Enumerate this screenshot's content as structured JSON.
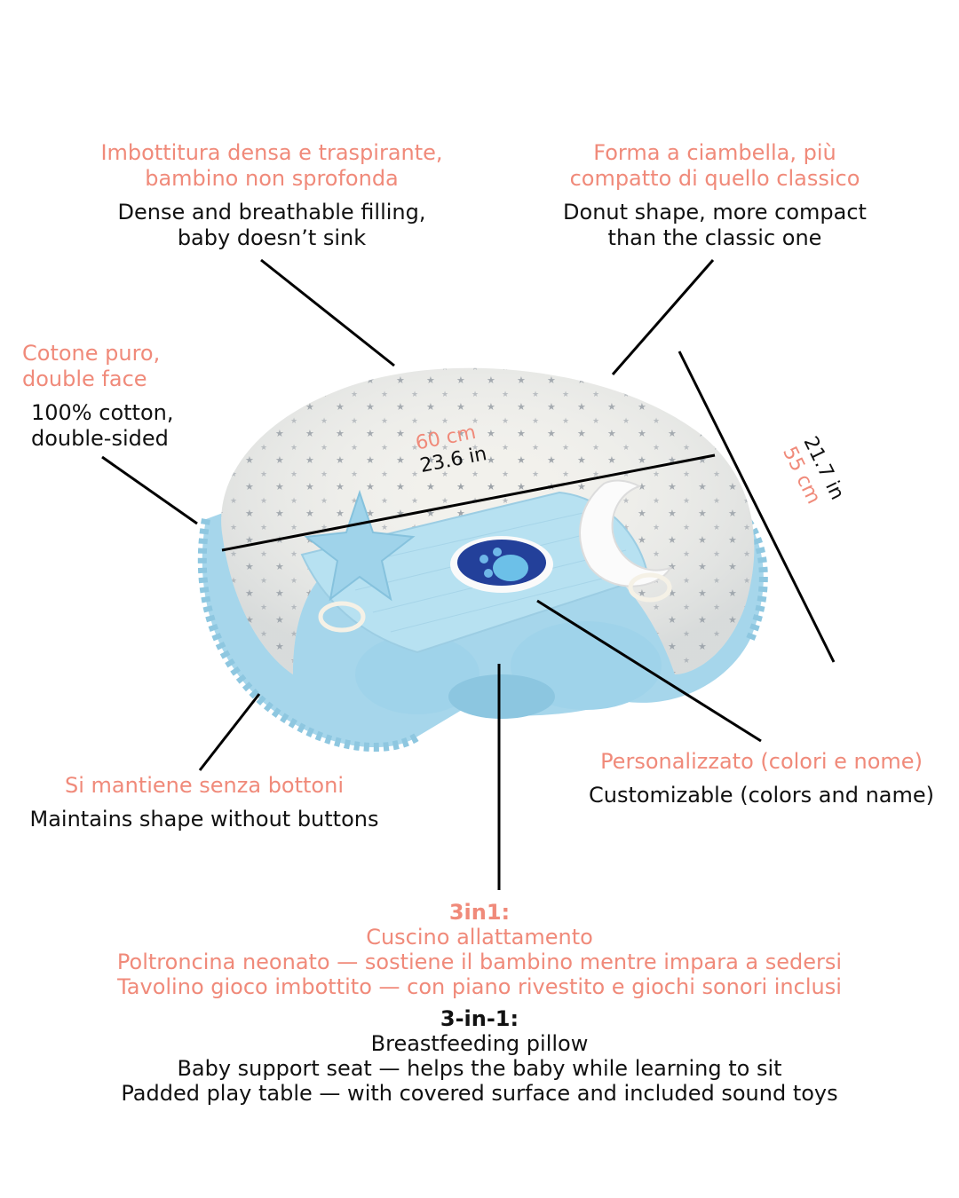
{
  "annotations": {
    "filling": {
      "it": [
        "Imbottitura densa e traspirante,",
        "bambino non sprofonda"
      ],
      "en": [
        "Dense and breathable filling,",
        "baby doesn’t sink"
      ]
    },
    "shape": {
      "it": [
        "Forma a ciambella, più",
        "compatto di quello classico"
      ],
      "en": [
        "Donut shape, more compact",
        "than the classic one"
      ]
    },
    "cotton": {
      "it": [
        "Cotone puro,",
        "double face"
      ],
      "en": [
        "100% cotton,",
        "double-sided"
      ]
    },
    "buttons": {
      "it": [
        "Si mantiene senza bottoni"
      ],
      "en": [
        "Maintains shape without buttons"
      ]
    },
    "custom": {
      "it": [
        "Personalizzato (colori e nome)"
      ],
      "en": [
        "Customizable (colors and name)"
      ]
    }
  },
  "dimensions": {
    "width": {
      "cm": "60 cm",
      "in": "23.6 in"
    },
    "depth": {
      "cm": "55 cm",
      "in": "21.7 in"
    }
  },
  "three_in_one": {
    "it_head": "3in1:",
    "it_lines": [
      "Cuscino allattamento",
      "Poltroncina neonato — sostiene il bambino mentre impara a sedersi",
      "Tavolino gioco imbottito — con piano rivestito e giochi sonori inclusi"
    ],
    "en_head": "3-in-1:",
    "en_lines": [
      "Breastfeeding pillow",
      "Baby support seat — helps the baby while learning to sit",
      "Padded play table — with covered surface and included sound toys"
    ]
  },
  "colors": {
    "accent": "#f08a7a",
    "text": "#111111",
    "pillow_blue": "#a9d8ec",
    "pillow_white": "#f2f1ec"
  }
}
